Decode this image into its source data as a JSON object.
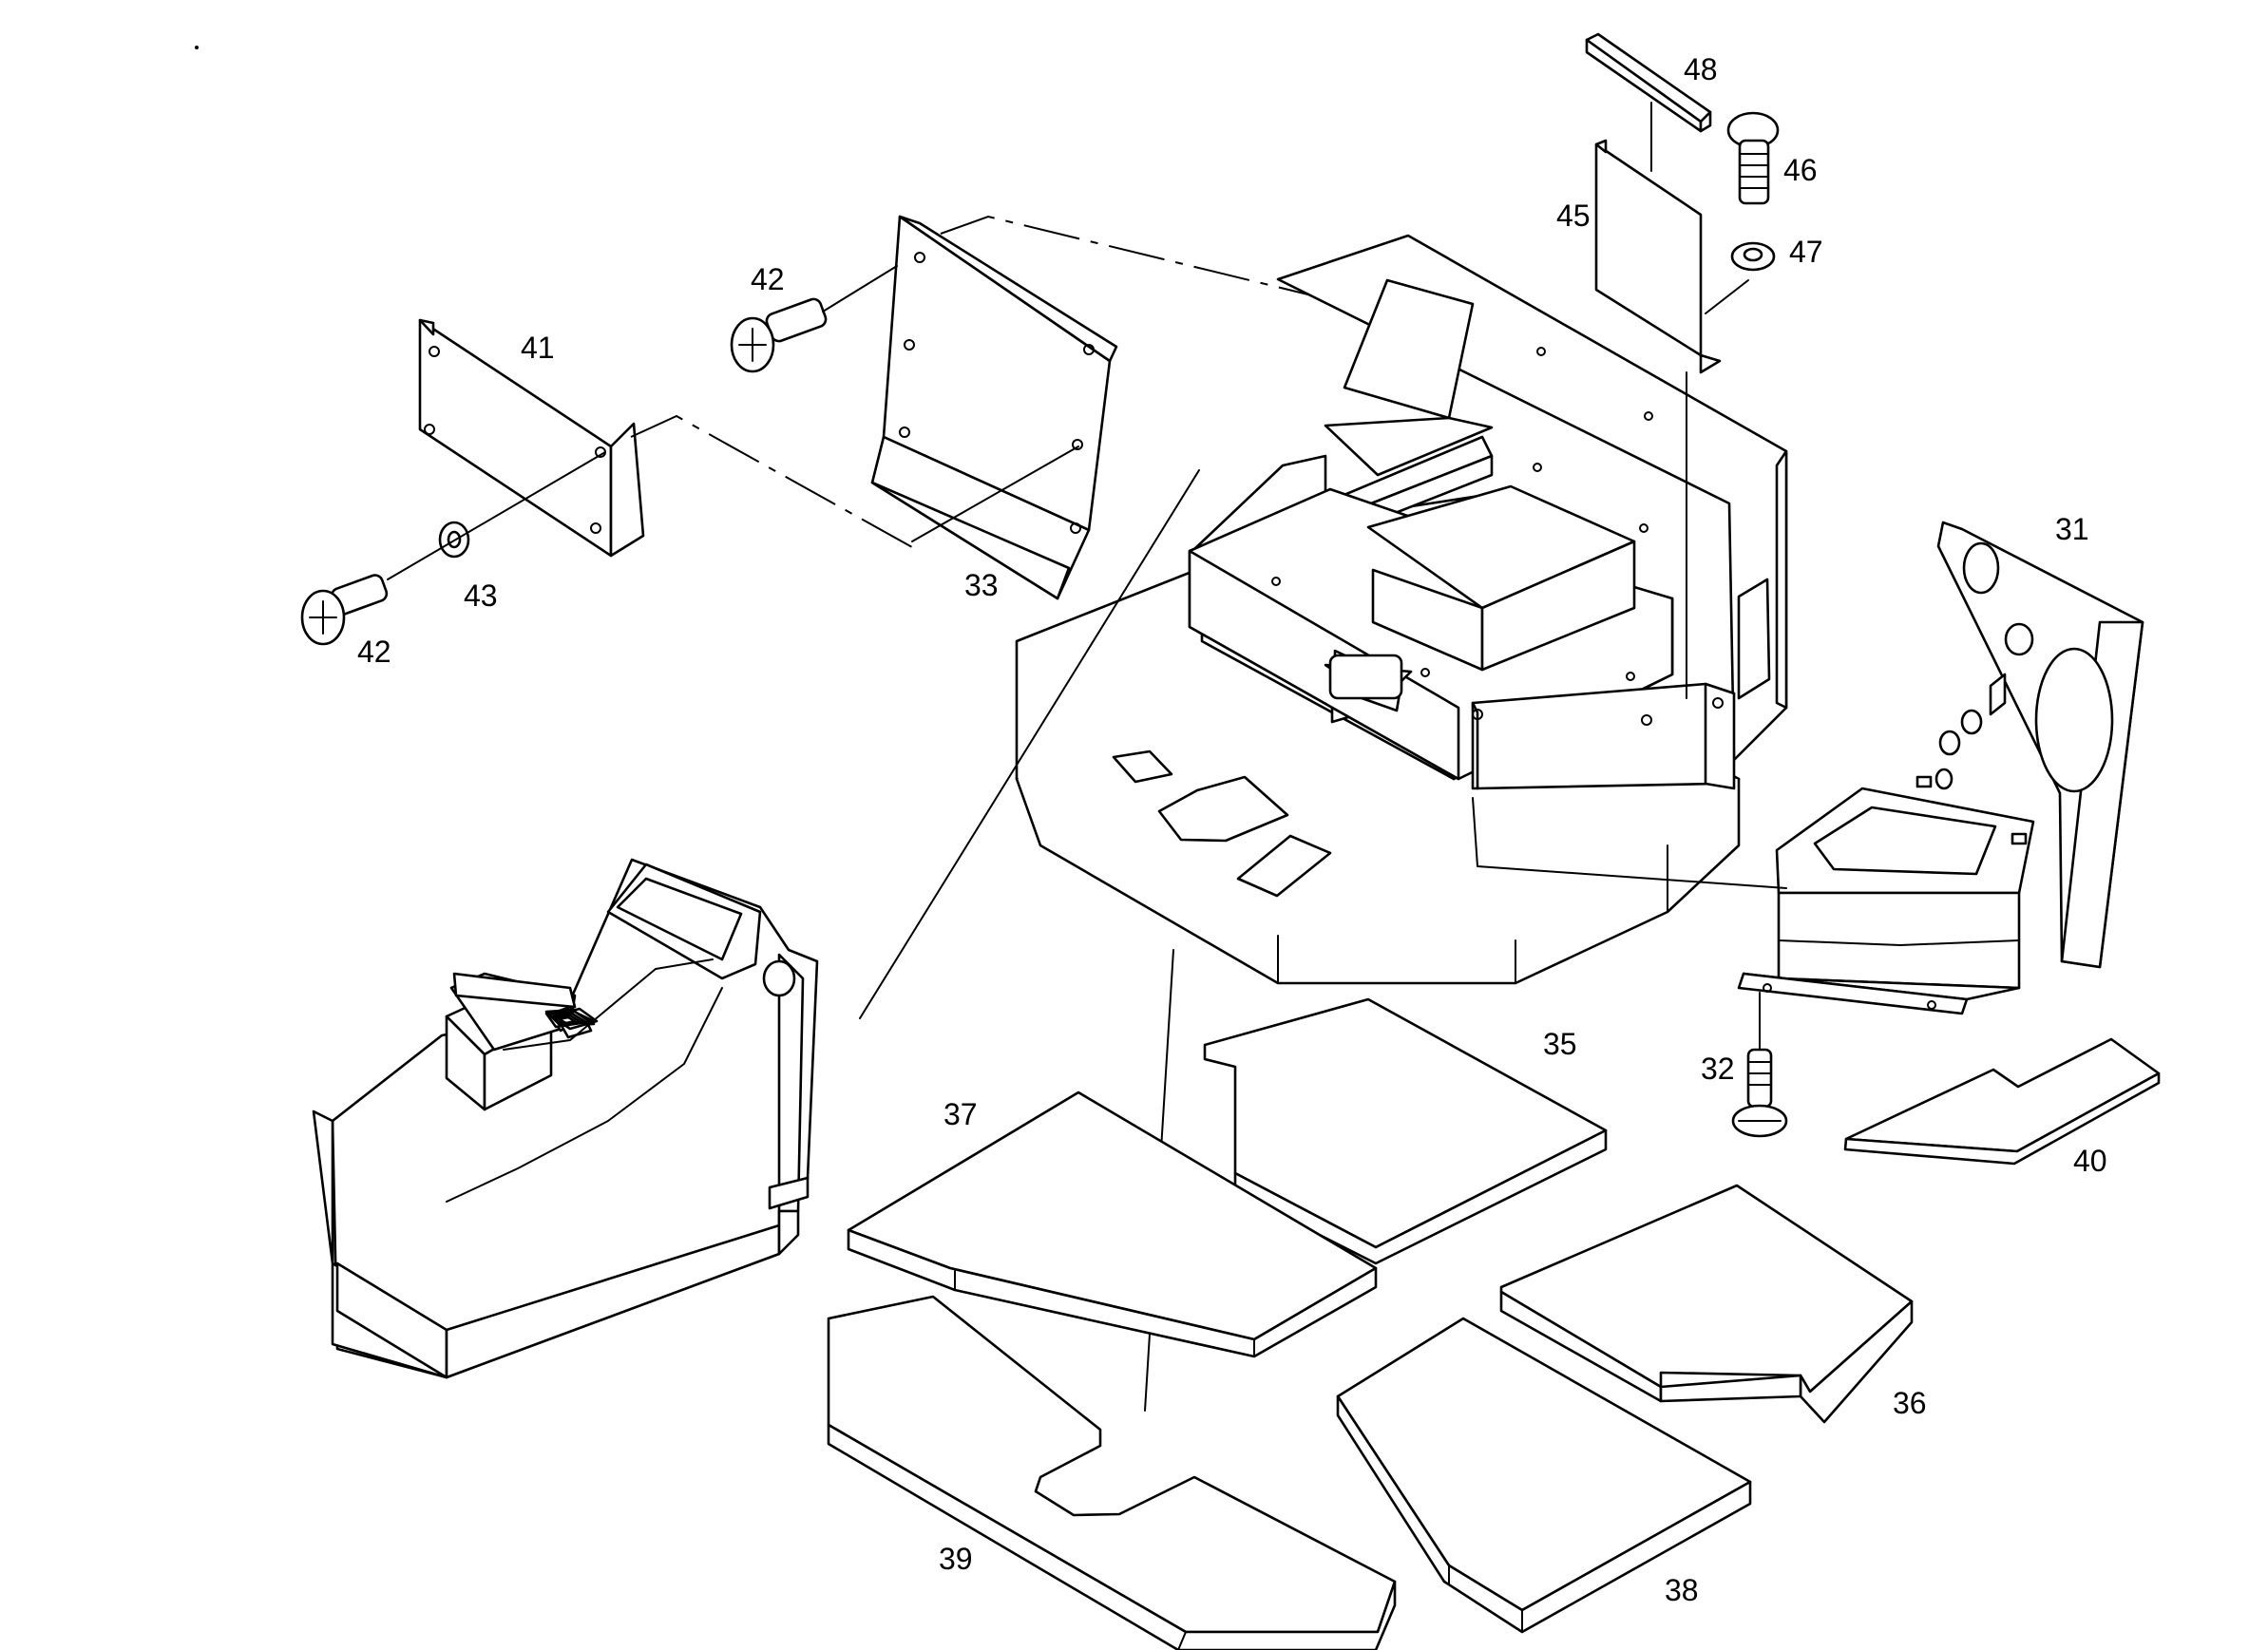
{
  "callouts": {
    "p31": "31",
    "p32": "32",
    "p33": "33",
    "p35": "35",
    "p36": "36",
    "p37": "37",
    "p38": "38",
    "p39": "39",
    "p40": "40",
    "p41": "41",
    "p42a": "42",
    "p42b": "42",
    "p43": "43",
    "p45": "45",
    "p46": "46",
    "p47": "47",
    "p48": "48"
  }
}
